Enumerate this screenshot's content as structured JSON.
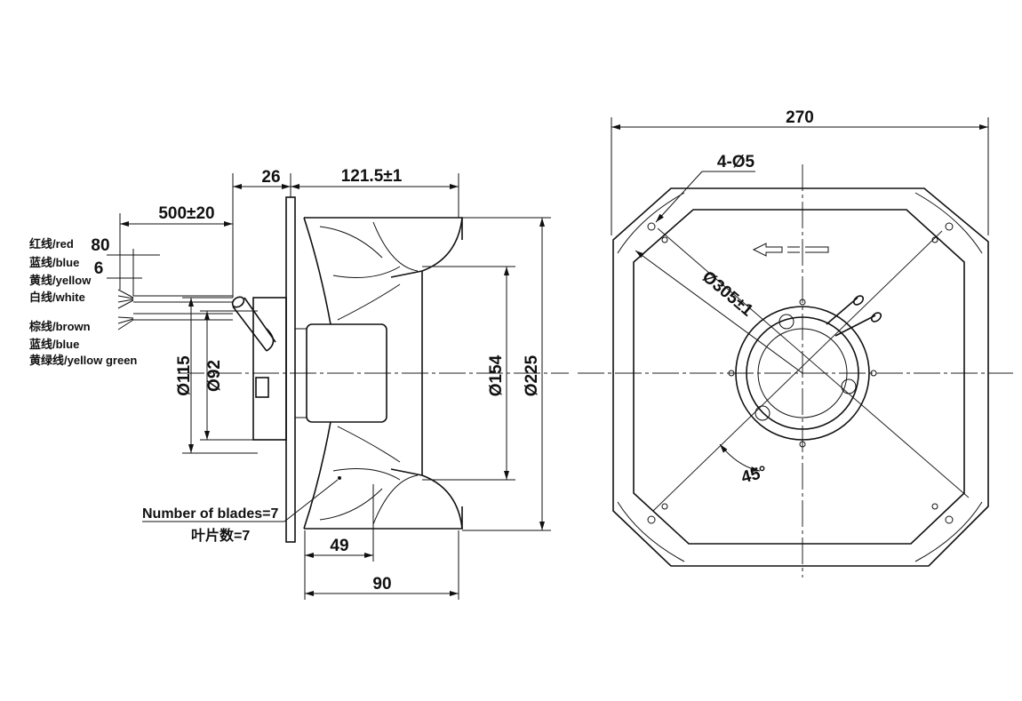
{
  "side_view": {
    "dims": {
      "flange_offset": "26",
      "impeller_length": "121.5±1",
      "lead_length": "500±20",
      "strip_80": "80",
      "strip_6": "6",
      "dia_115": "Ø115",
      "dia_92": "Ø92",
      "dia_154": "Ø154",
      "dia_225": "Ø225",
      "depth_49": "49",
      "depth_90": "90"
    },
    "wires": [
      "红线/red",
      "蓝线/blue",
      "黄线/yellow",
      "白线/white",
      "棕线/brown",
      "蓝线/blue",
      "黄绿线/yellow green"
    ],
    "blades_en": "Number of blades=7",
    "blades_cn": "叶片数=7"
  },
  "front_view": {
    "dims": {
      "width": "270",
      "holes": "4-Ø5",
      "hole_circle": "Ø305±1",
      "angle": "45°"
    }
  }
}
